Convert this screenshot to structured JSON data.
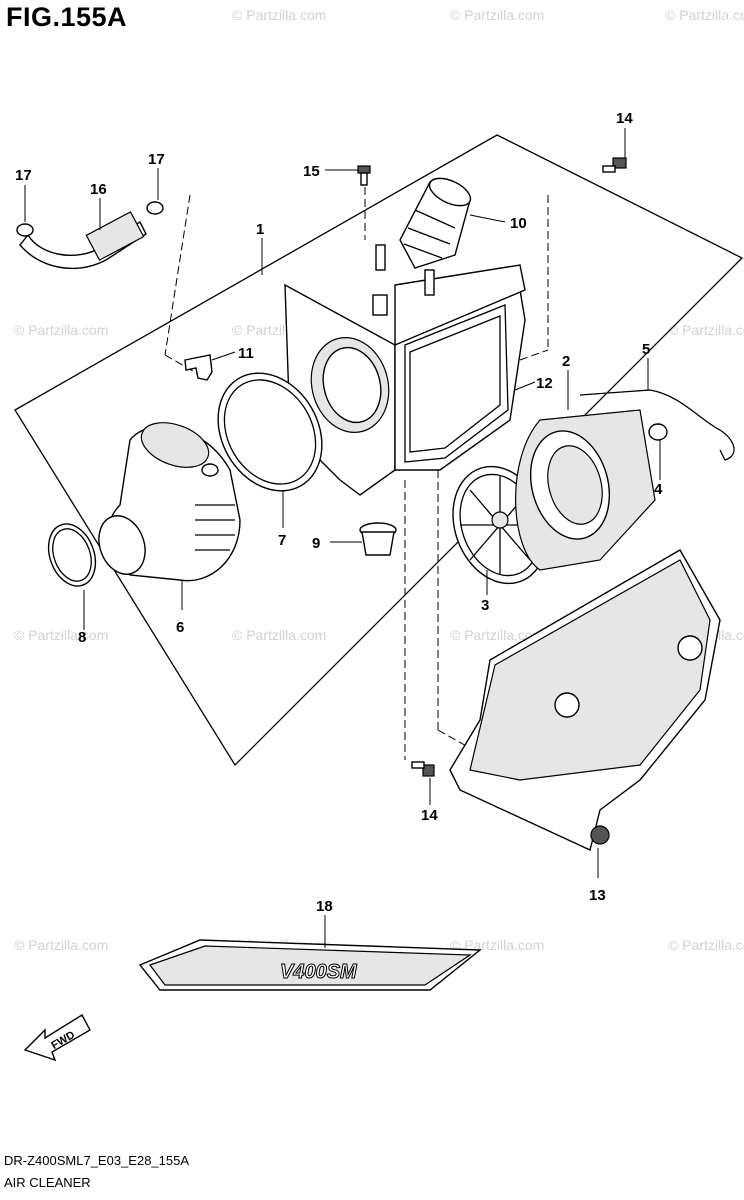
{
  "figure": {
    "title": "FIG.155A"
  },
  "callouts": [
    {
      "label": "1"
    },
    {
      "label": "2"
    },
    {
      "label": "3"
    },
    {
      "label": "4"
    },
    {
      "label": "5"
    },
    {
      "label": "6"
    },
    {
      "label": "7"
    },
    {
      "label": "8"
    },
    {
      "label": "9"
    },
    {
      "label": "10"
    },
    {
      "label": "11"
    },
    {
      "label": "12"
    },
    {
      "label": "13"
    },
    {
      "label": "14"
    },
    {
      "label": "14"
    },
    {
      "label": "15"
    },
    {
      "label": "16"
    },
    {
      "label": "17"
    },
    {
      "label": "17"
    },
    {
      "label": "18"
    }
  ],
  "fwd_label": "FWD",
  "decal_text": "V400SM",
  "watermark": "© Partzilla.com",
  "footer": {
    "code": "DR-Z400SML7_E03_E28_155A",
    "name": "AIR CLEANER"
  }
}
